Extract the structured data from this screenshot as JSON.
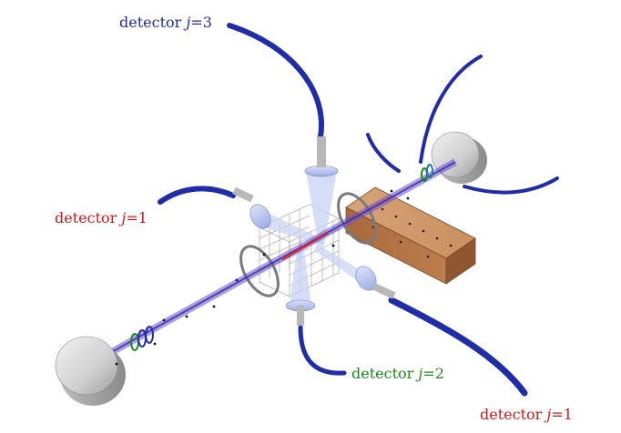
{
  "labels": {
    "detector_top": {
      "word": "detector",
      "var": "j",
      "eq": "=3",
      "color": "#1d2a9e"
    },
    "detector_left": {
      "word": "detector",
      "var": "j",
      "eq": "=1",
      "color": "#d01818"
    },
    "detector_bottom_mid": {
      "word": "detector",
      "var": "j",
      "eq": "=2",
      "color": "#1a8a1a"
    },
    "detector_bottom_right": {
      "word": "detector",
      "var": "j",
      "eq": "=1",
      "color": "#d01818"
    }
  },
  "colors": {
    "fiber": "#1f2ea8",
    "beam": "#6a4fd0",
    "brick": "#b97a4c",
    "mirror": "#d6d6d6",
    "lens": "#b9c5ef"
  }
}
